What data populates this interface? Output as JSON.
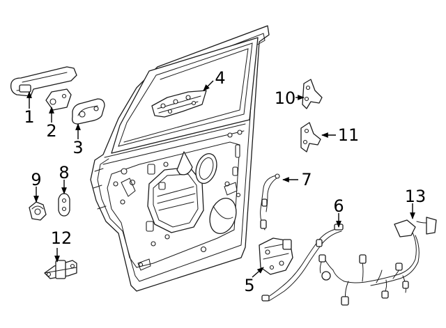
{
  "diagram": {
    "callouts": [
      {
        "id": "1",
        "label": "1"
      },
      {
        "id": "2",
        "label": "2"
      },
      {
        "id": "3",
        "label": "3"
      },
      {
        "id": "4",
        "label": "4"
      },
      {
        "id": "5",
        "label": "5"
      },
      {
        "id": "6",
        "label": "6"
      },
      {
        "id": "7",
        "label": "7"
      },
      {
        "id": "8",
        "label": "8"
      },
      {
        "id": "9",
        "label": "9"
      },
      {
        "id": "10",
        "label": "10"
      },
      {
        "id": "11",
        "label": "11"
      },
      {
        "id": "12",
        "label": "12"
      },
      {
        "id": "13",
        "label": "13"
      }
    ],
    "colors": {
      "line": "#1a1a1a",
      "background": "#ffffff",
      "label": "#000000"
    }
  }
}
